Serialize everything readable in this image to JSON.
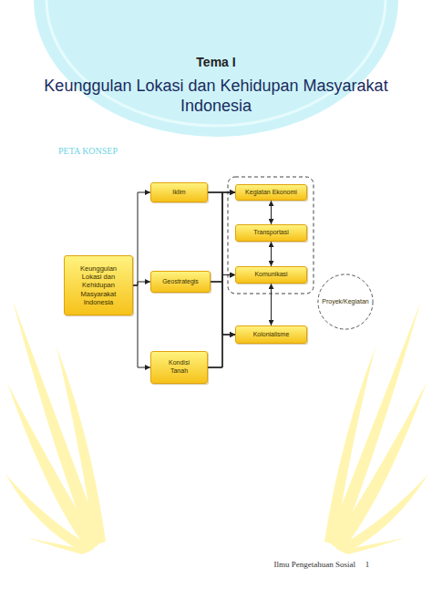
{
  "diagram": {
    "title": "Keunggulan Lokasi dan Kehidupan Masyarakat Indonesia",
    "nodes": [
      {
        "text": [
          "Keunggulan Lokasi dan Kehidupan Masyarakat Indonesia"
        ]
      },
      {
        "text": [
          "Iklim"
        ]
      },
      {
        "text": [
          "Geostrategis"
        ]
      },
      {
        "text": [
          "Kondisi Tanah"
        ]
      },
      {
        "text": [
          "Kegiatan Ekonomi"
        ]
      },
      {
        "text": [
          "Transportasi"
        ]
      },
      {
        "text": [
          "Komunikasi"
        ]
      },
      {
        "text": [
          "Proyek/Kegiatan"
        ]
      },
      {
        "text": [
          "Kolonialisme"
        ]
      }
    ],
    "edges": [
      {
        "from": 0,
        "to": 1,
        "arrow": "to"
      },
      {
        "from": 0,
        "to": 2,
        "arrow": "to"
      },
      {
        "from": 0,
        "to": 3,
        "arrow": "to"
      },
      {
        "from": 1,
        "to": 4,
        "arrow": "to"
      },
      {
        "from": 1,
        "to": 6,
        "arrow": "to"
      },
      {
        "from": 1,
        "to": 8,
        "arrow": "to"
      },
      {
        "from": 2,
        "to": 4,
        "arrow": "to"
      },
      {
        "from": 2,
        "to": 6,
        "arrow": "to"
      },
      {
        "from": 2,
        "to": 8,
        "arrow": "to"
      },
      {
        "from": 3,
        "to": 4,
        "arrow": "to"
      },
      {
        "from": 3,
        "to": 6,
        "arrow": "to"
      },
      {
        "from": 3,
        "to": 8,
        "arrow": "to"
      },
      {
        "from": 4,
        "to": 5,
        "arrow": "both"
      },
      {
        "from": 5,
        "to": 6,
        "arrow": "both"
      },
      {
        "from": 6,
        "to": 8,
        "arrow": "both"
      }
    ],
    "labels": [
      "Tema I",
      "PETA KONSEP",
      "Ilmu Pengetahuan Sosial",
      "1"
    ]
  }
}
